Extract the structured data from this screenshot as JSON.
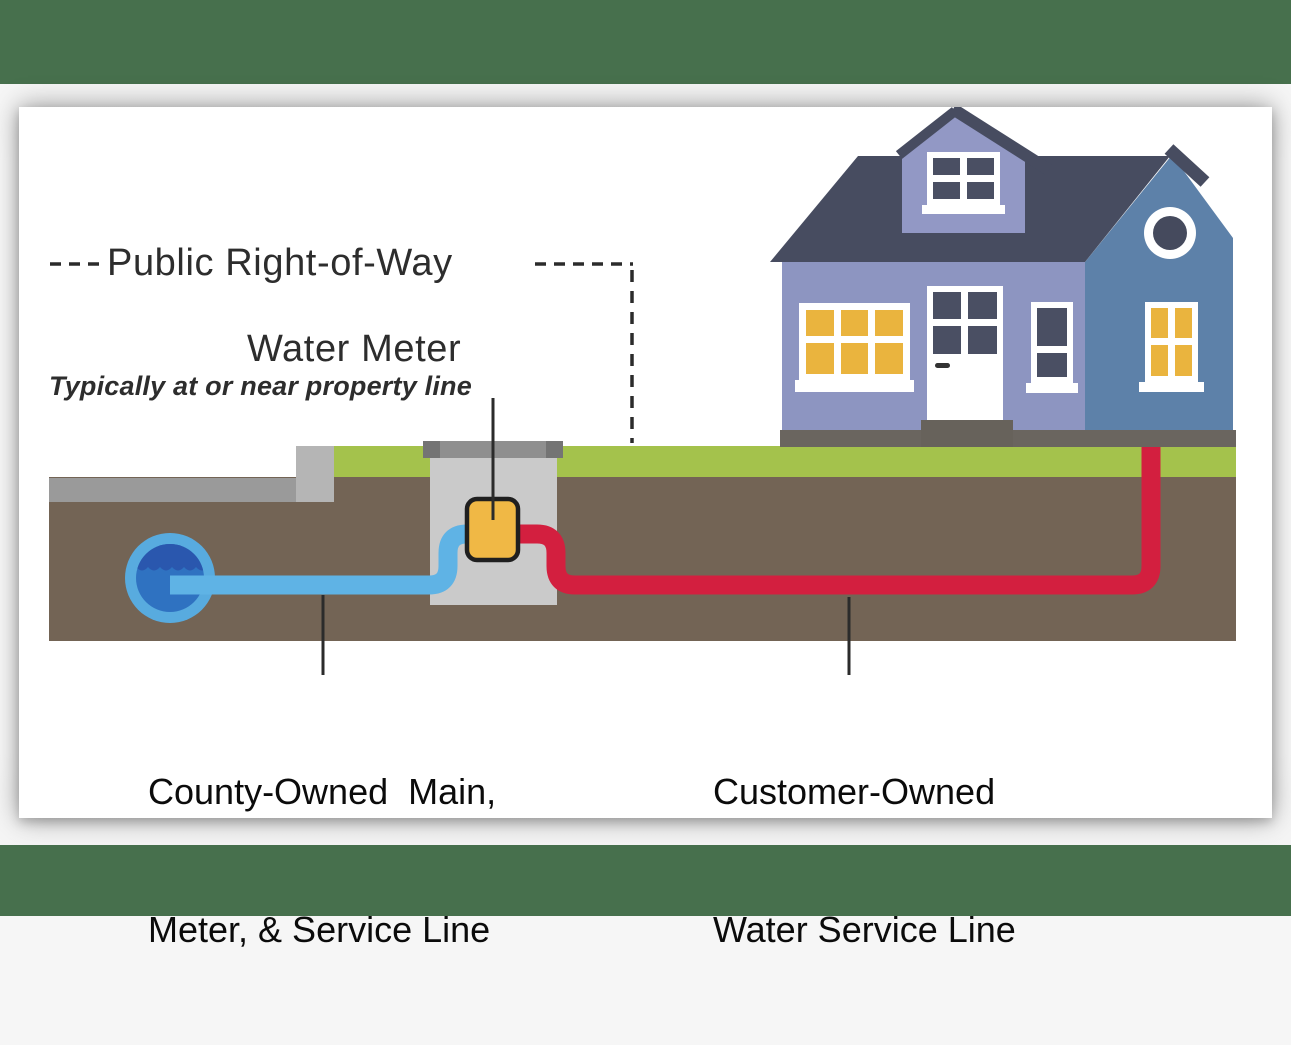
{
  "labels": {
    "public_right_of_way": "Public Right-of-Way",
    "water_meter_title": "Water Meter",
    "water_meter_subtitle": "Typically at or near property line",
    "county_owned_line1": "County-Owned  Main,",
    "county_owned_line2": "Meter, & Service Line",
    "customer_owned_line1": "Customer-Owned",
    "customer_owned_line2": "Water Service Line"
  },
  "colors": {
    "header_footer_green": "#47704d",
    "card_background": "#ffffff",
    "grass": "#a4c24c",
    "soil": "#736455",
    "sidewalk": "#9a9a9a",
    "curb": "#b5b5b5",
    "vault_body": "#cacaca",
    "vault_lid": "#8f8f8f",
    "vault_lid_tabs": "#747474",
    "meter_body": "#f0b845",
    "meter_outline": "#1f1f1f",
    "pipe_blue": "#5fb3e5",
    "water_main_outer": "#58abdf",
    "water_main_inner": "#2f72c1",
    "water_main_dark": "#2a57ae",
    "pipe_red": "#d31f3f",
    "roof_slate": "#474c60",
    "siding_periwinkle": "#8d95c1",
    "dormer_face": "#9298c5",
    "gable_blue": "#5d81a9",
    "window_yellow": "#eab43e",
    "window_pane_dark": "#4a4f63",
    "foundation_gray": "#6a655f",
    "callout_line": "#2b2b2b",
    "label_dark": "#2d2d2d",
    "label_black": "#0b0b0b"
  },
  "components": [
    "house",
    "dormer",
    "round-attic-window",
    "water-meter",
    "meter-vault",
    "water-main-cross-section",
    "county-service-line-blue",
    "customer-service-line-red",
    "grass-strip",
    "soil",
    "sidewalk",
    "curb",
    "public-right-of-way-dashed-boundary"
  ]
}
